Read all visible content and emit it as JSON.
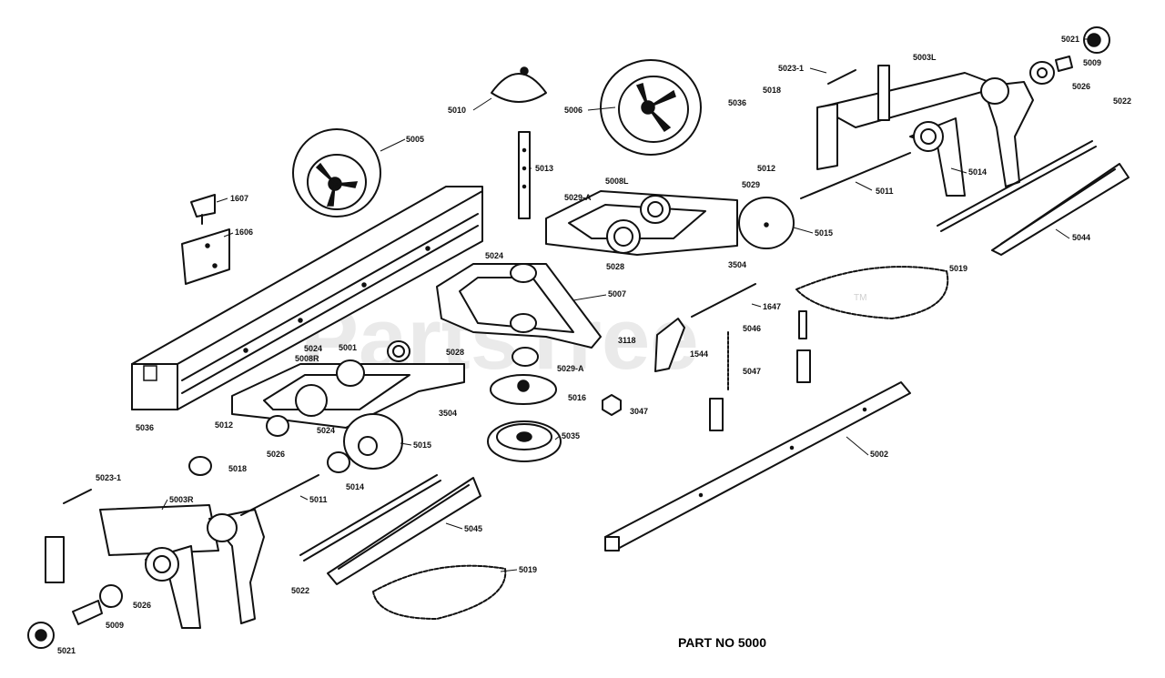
{
  "watermark": {
    "text": "PartsTree",
    "tm": "TM"
  },
  "diagram_title": "PART NO 5000",
  "labels": {
    "l5021_top": "5021",
    "l5023_1_top": "5023-1",
    "l5003L": "5003L",
    "l5009_top": "5009",
    "l5026_top": "5026",
    "l5022_top": "5022",
    "l5010": "5010",
    "l5006_top": "5006",
    "l5036_top": "5036",
    "l5018": "5018",
    "l5012_top": "5012",
    "l5005": "5005",
    "l5013": "5013",
    "l5029_A_top": "5029-A",
    "l5008L": "5008L",
    "l5029": "5029",
    "l5011_top": "5011",
    "l5014_top": "5014",
    "l1607": "1607",
    "l1606": "1606",
    "l5015_top": "5015",
    "l5044": "5044",
    "l5024_top": "5024",
    "l5028_top": "5028",
    "l3504_top": "3504",
    "l5019_top": "5019",
    "l5007": "5007",
    "l1647": "1647",
    "l5024_mid": "5024",
    "l5001": "5001",
    "l5028_mid": "5028",
    "l5046": "5046",
    "l3118": "3118",
    "l1544": "1544",
    "l5008R": "5008R",
    "l5029_A_mid": "5029-A",
    "l5047": "5047",
    "l5016": "5016",
    "l3047": "3047",
    "l3504_bot": "3504",
    "l5036_bot": "5036",
    "l5012_bot": "5012",
    "l5024_bot": "5024",
    "l5035": "5035",
    "l5002": "5002",
    "l5015_bot": "5015",
    "l5018_bot": "5018",
    "l5026_bot": "5026",
    "l5023_1_bot": "5023-1",
    "l5014_bot": "5014",
    "l5011_bot": "5011",
    "l5003R": "5003R",
    "l5045": "5045",
    "l5019_bot": "5019",
    "l5022_bot": "5022",
    "l5026_low": "5026",
    "l5009_bot": "5009",
    "l5021_bot": "5021"
  }
}
